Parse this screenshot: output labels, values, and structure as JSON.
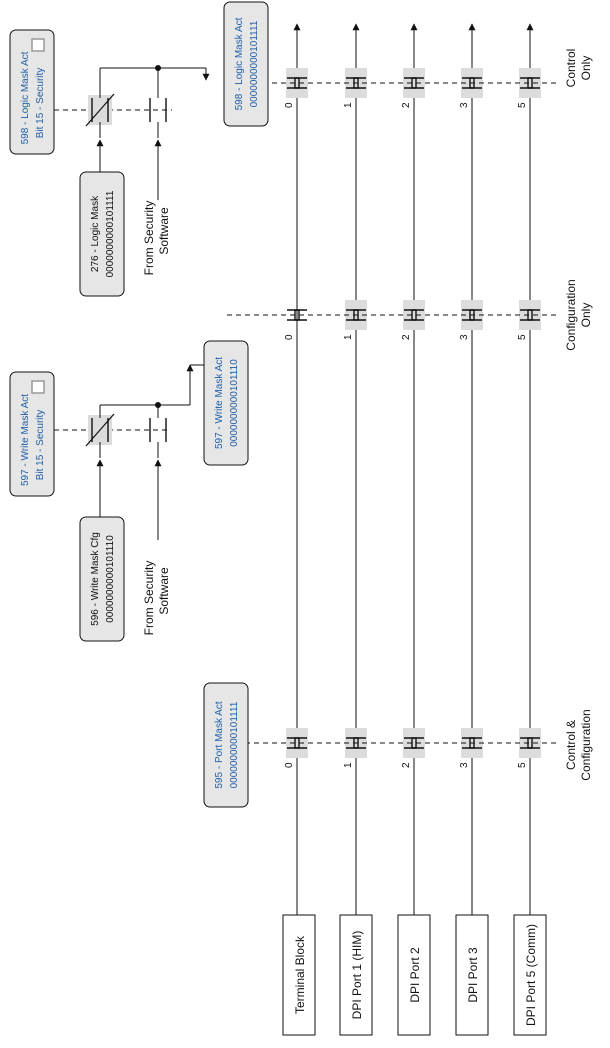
{
  "colors": {
    "param_text": "#1f5ea8",
    "box_fill": "#e6e6e6",
    "shade": "#dcdcdc",
    "line": "#111111"
  },
  "ports": [
    {
      "label": "Terminal Block",
      "num": "0"
    },
    {
      "label": "DPI Port 1 (HIM)",
      "num": "1"
    },
    {
      "label": "DPI Port 2",
      "num": "2"
    },
    {
      "label": "DPI Port 3",
      "num": "3"
    },
    {
      "label": "DPI Port 5 (Comm)",
      "num": "5"
    }
  ],
  "masks": {
    "port_mask_act": {
      "name": "595 - Port Mask Act",
      "value": "0000000000101111"
    },
    "write_mask_act": {
      "name": "597 - Write Mask Act",
      "value": "0000000000101110"
    },
    "logic_mask_act": {
      "name": "598 - Logic Mask Act",
      "value": "0000000000101111"
    }
  },
  "security": {
    "write_bit": {
      "name": "597 - Write Mask Act",
      "sub": "Bit 15 - Security"
    },
    "logic_bit": {
      "name": "598 - Logic Mask Act",
      "sub": "Bit 15 - Security"
    }
  },
  "config_masks": {
    "write_mask_cfg": {
      "name": "596 - Write Mask Cfg",
      "value": "0000000000101110"
    },
    "logic_mask": {
      "name": "276 - Logic Mask",
      "value": "0000000000101111"
    }
  },
  "from_security": {
    "line1": "From Security",
    "line2": "Software"
  },
  "section_labels": {
    "control_config": {
      "line1": "Control &",
      "line2": "Configuration"
    },
    "config_only": {
      "line1": "Configuration",
      "line2": "Only"
    },
    "control_only": {
      "line1": "Control",
      "line2": "Only"
    }
  }
}
